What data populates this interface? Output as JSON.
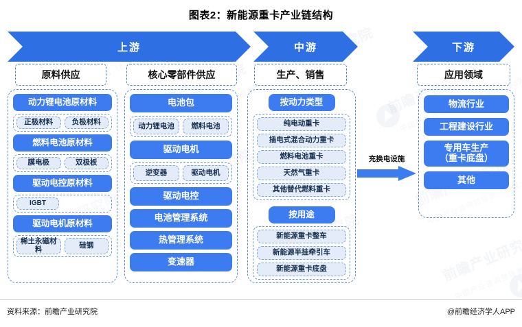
{
  "title": "图表2：新能源重卡产业链结构",
  "stages": [
    {
      "key": "upstream",
      "banner": "上游"
    },
    {
      "key": "midstream",
      "banner": "中游"
    },
    {
      "key": "downstream",
      "banner": "下游"
    }
  ],
  "captions": {
    "raw_material": "原料供应",
    "core_parts": "核心零部件供应",
    "production_sales": "生产、销售",
    "application": "应用领域"
  },
  "column_raw_material": {
    "groups": [
      {
        "head": "动力锂电池原材料",
        "items": [
          "正极材料",
          "负极材料"
        ]
      },
      {
        "head": "燃料电池原材料",
        "items": [
          "膜电极",
          "双极板"
        ]
      },
      {
        "head": "驱动电控原材料",
        "items": [
          "IGBT"
        ]
      },
      {
        "head": "驱动电机原材料",
        "items": [
          "稀土永磁材料",
          "硅钢"
        ]
      }
    ]
  },
  "column_core_parts": {
    "groups": [
      {
        "head": "电池包",
        "items": [
          "动力锂电池",
          "燃料电池"
        ]
      },
      {
        "head": "驱动电机",
        "items": [
          "逆变器",
          "驱动电机"
        ]
      },
      {
        "head": "驱动电控",
        "items": []
      },
      {
        "head": "电池管理系统",
        "items": []
      },
      {
        "head": "热管理系统",
        "items": []
      },
      {
        "head": "变速器",
        "items": []
      }
    ]
  },
  "column_production": {
    "sections": [
      {
        "head": "按动力类型",
        "items": [
          "纯电动重卡",
          "插电式混合动力重卡",
          "燃料电池重卡",
          "天然气重卡",
          "其他替代燃料重卡"
        ]
      },
      {
        "head": "按用途",
        "items": [
          "新能源重卡整车",
          "新能源半挂牵引车",
          "新能源重卡底盘"
        ]
      }
    ]
  },
  "column_application": {
    "items": [
      "物流行业",
      "工程建设行业",
      "专用车生产\n（重卡底盘）",
      "其他"
    ]
  },
  "connector": {
    "label": "充换电设施"
  },
  "footer": {
    "source": "资料来源：前瞻产业研究院",
    "brand": "@前瞻经济学人APP"
  },
  "colors": {
    "primary_blue": "#3d7bf0",
    "banner_blue": "#2f6fe4",
    "chip_bg": "#e4ecf9",
    "dash_border": "#5b8ad8"
  },
  "watermarks": {
    "main": "前瞻产业研究院",
    "sub": "中国产业咨询领导者（股票：835891）"
  }
}
